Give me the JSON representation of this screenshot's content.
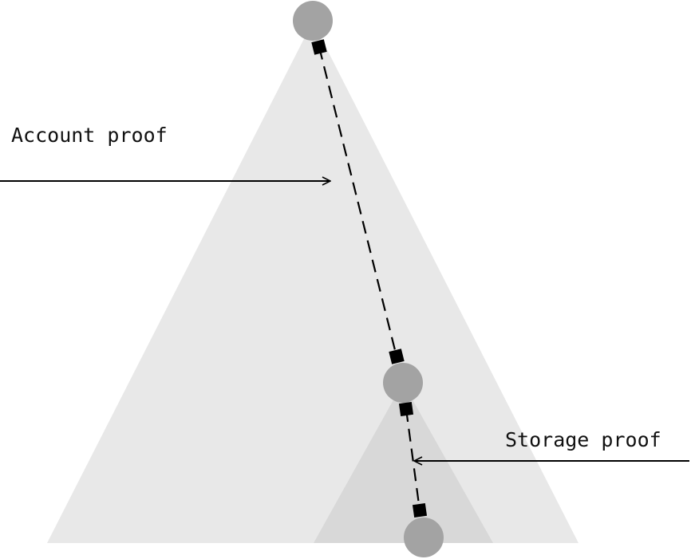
{
  "labels": {
    "account_proof": "Account proof",
    "storage_proof": "Storage proof"
  },
  "colors": {
    "outer_trie_fill": "#e8e8e8",
    "inner_trie_fill": "#d8d8d8",
    "node_fill": "#a3a3a3",
    "path_and_arrows": "#000000",
    "text": "#111111"
  },
  "diagram": {
    "outer_trie": "account-trie",
    "inner_trie": "storage-trie",
    "nodes": [
      "state-root",
      "account-leaf",
      "storage-leaf"
    ],
    "proof_paths": [
      "account-proof-path",
      "storage-proof-path"
    ]
  }
}
